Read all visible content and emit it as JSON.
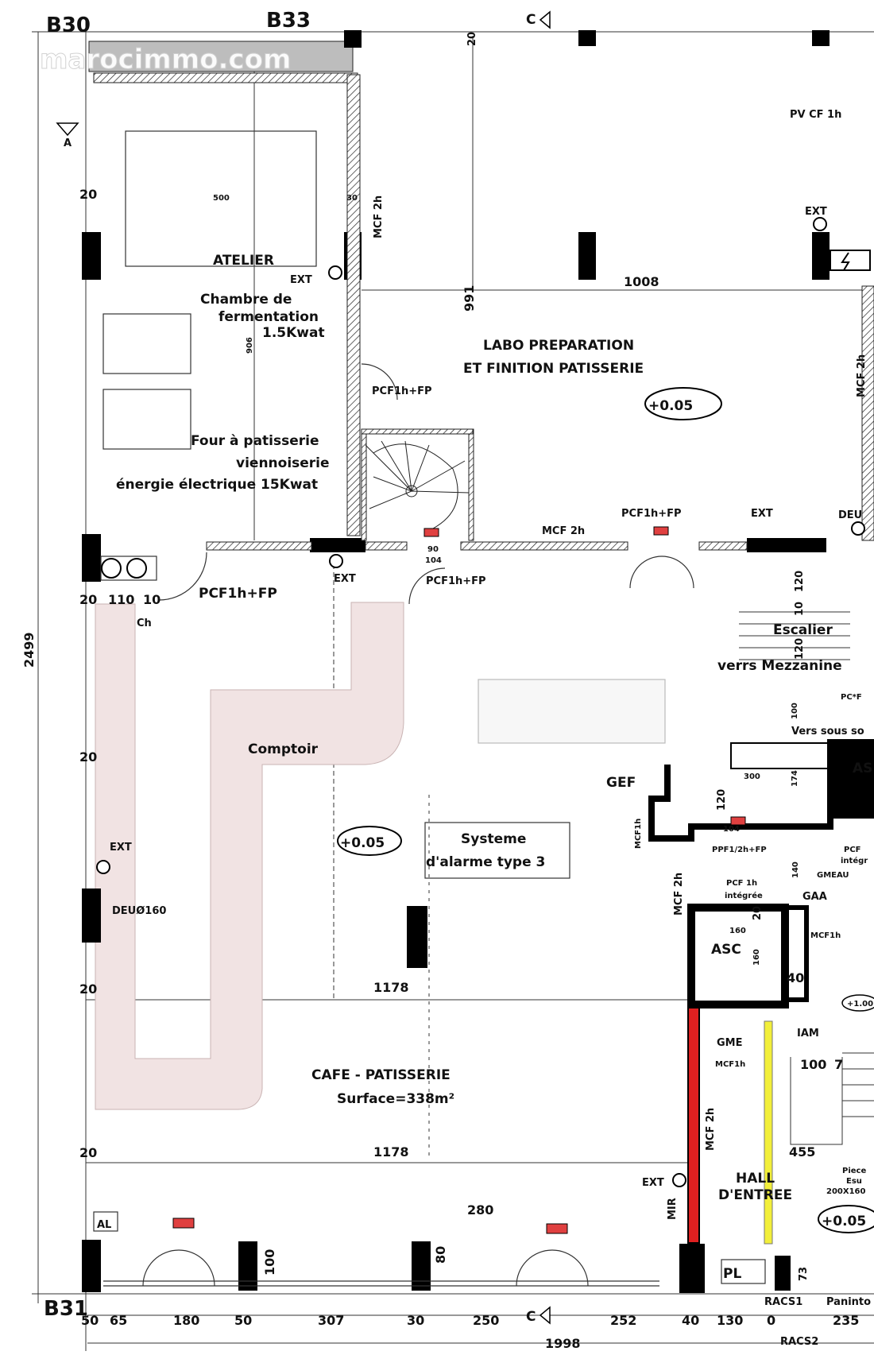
{
  "watermark": "marocimmo.com",
  "grid_labels": {
    "b30": "B30",
    "b33": "B33",
    "b31": "B31",
    "c_top": "C",
    "c_bottom": "C",
    "a_section": "A"
  },
  "rooms": {
    "atelier": "ATELIER",
    "chambre_1": "Chambre de",
    "chambre_2": "fermentation",
    "chambre_3": "1.5Kwat",
    "four_1": "Four à patisserie",
    "four_2": "viennoiserie",
    "four_3": "énergie électrique 15Kwat",
    "labo_1": "LABO PREPARATION",
    "labo_2": "ET FINITION PATISSERIE",
    "comptoir": "Comptoir",
    "alarme_1": "Systeme",
    "alarme_2": "d'alarme type 3",
    "cafe_1": "CAFE - PATISSERIE",
    "cafe_2": "Surface=338m²",
    "hall_1": "HALL",
    "hall_2": "D'ENTREE",
    "escalier": "Escalier",
    "mezzanine": "verrs Mezzanine",
    "vers_sous": "Vers sous so",
    "asc": "ASC",
    "asc_right": "AS",
    "piece_1": "Piece",
    "piece_2": "Esu",
    "piece_3": "200X160"
  },
  "levels": {
    "labo": "+0.05",
    "cafe": "+0.05",
    "hall": "+0.05",
    "small": "+1.00"
  },
  "tags": {
    "ext_atelier": "EXT",
    "ext_wall": "EXT",
    "ext_labo": "EXT",
    "ext_top": "EXT",
    "ext_cafe": "EXT",
    "ext_hall": "EXT",
    "pv_cf": "PV CF 1h",
    "pcf_labo": "PCF1h+FP",
    "pcf_wall": "PCF1h+FP",
    "pcf_stair": "PCF1h+FP",
    "pcf_main": "PCF1h+FP",
    "mcf_2h_v": "MCF 2h",
    "mcf_2h_h": "MCF 2h",
    "mcf_2h_right": "MCF 2h",
    "mcf_2h_lower": "MCF 2h",
    "mcf_2h_hall": "MCF 2h",
    "mcf1h_a": "MCF1h",
    "mcf1h_b": "MCF1h",
    "mcf1h_c": "MCF1h",
    "deu_top": "DEU",
    "deu_cafe": "DEUØ160",
    "gef": "GEF",
    "gaa": "GAA",
    "gme": "GME",
    "gmeau": "GMEAU",
    "iam": "IAM",
    "ppf": "PPF1/2h+FP",
    "pcf1h": "PCF 1h",
    "integree": "intégrée",
    "pcf_r": "PCF",
    "integr_r": "intégr",
    "pcf_star": "PC*F",
    "ch": "Ch",
    "al": "AL",
    "pl": "PL",
    "mir": "MIR",
    "racs1": "RACS1",
    "racs2": "RACS2",
    "paninto": "Paninto"
  },
  "dims": {
    "total_height": "2499",
    "d991": "991",
    "d1008": "1008",
    "d1178_a": "1178",
    "d1178_b": "1178",
    "d280": "280",
    "d1998": "1998",
    "d500": "500",
    "d906": "906",
    "d20_top": "20",
    "d30": "30",
    "d20_l1": "20",
    "d20_l2": "20",
    "d20_l3": "20",
    "d20_l4": "20",
    "d20_l5": "20",
    "d110": "110",
    "d10": "10",
    "d90": "90",
    "d104": "104",
    "d104b": "104",
    "d120": "120",
    "d120b": "120",
    "d300": "300",
    "d174": "174",
    "d140": "140",
    "d20_asc": "20",
    "d160": "160",
    "d160b": "160",
    "d40": "40",
    "d100_r": "100",
    "d7": "7",
    "d455": "455",
    "d100_f": "100",
    "d80": "80",
    "d73": "73",
    "d100_s": "100",
    "d10_s": "10",
    "d120_s": "120",
    "bottom": [
      "50",
      "65",
      "180",
      "50",
      "307",
      "30",
      "250",
      "252",
      "40",
      "130",
      "0",
      "235"
    ]
  }
}
